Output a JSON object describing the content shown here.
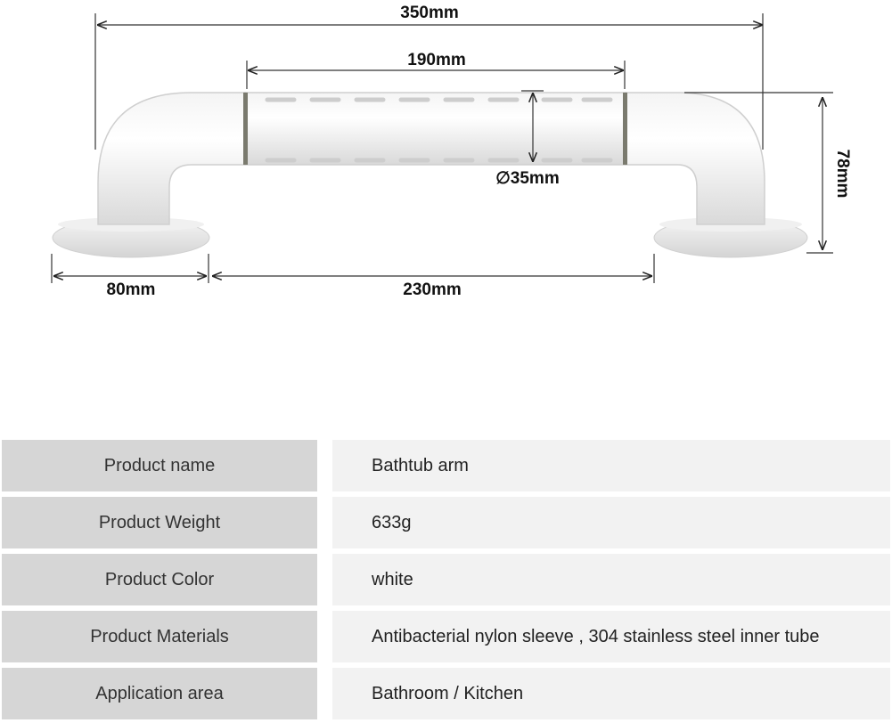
{
  "dimensions": {
    "overall_length": "350mm",
    "grip_length": "190mm",
    "tube_diameter": "∅35mm",
    "height": "78mm",
    "base_diameter": "80mm",
    "center_distance": "230mm"
  },
  "specs": [
    {
      "label": "Product name",
      "value": "Bathtub arm"
    },
    {
      "label": "Product Weight",
      "value": "633g"
    },
    {
      "label": "Product Color",
      "value": "white"
    },
    {
      "label": "Product Materials",
      "value": "Antibacterial nylon sleeve , 304 stainless steel inner tube"
    },
    {
      "label": "Application area",
      "value": "Bathroom / Kitchen"
    }
  ]
}
